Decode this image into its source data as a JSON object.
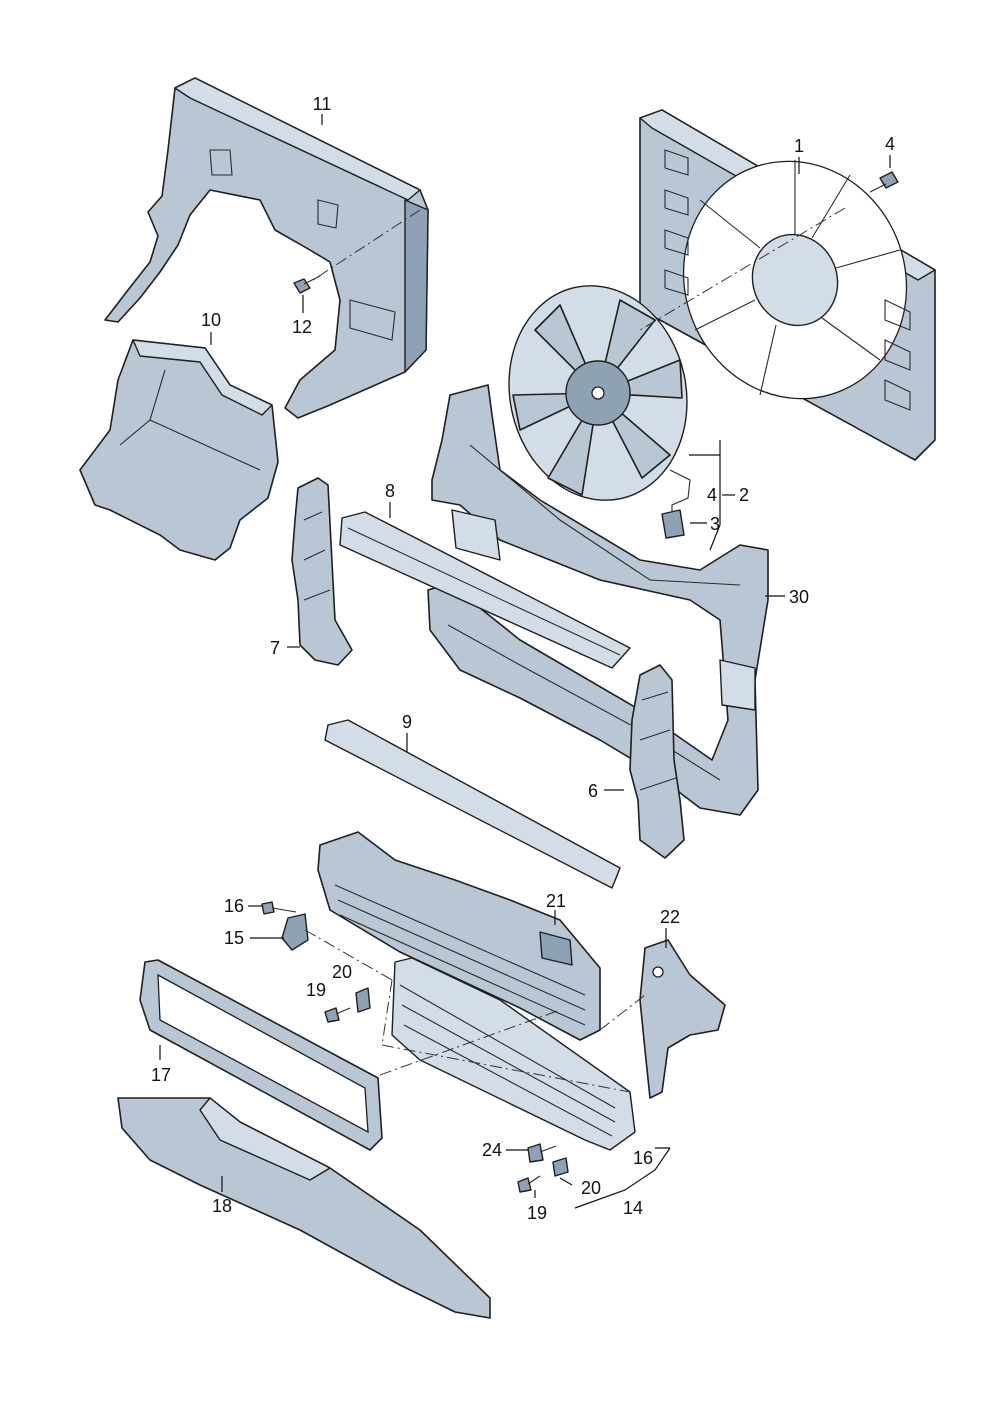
{
  "diagram": {
    "callouts": [
      {
        "id": "c1",
        "text": "1"
      },
      {
        "id": "c2",
        "text": "2"
      },
      {
        "id": "c3",
        "text": "3"
      },
      {
        "id": "c4a",
        "text": "4"
      },
      {
        "id": "c4b",
        "text": "4"
      },
      {
        "id": "c6",
        "text": "6"
      },
      {
        "id": "c7",
        "text": "7"
      },
      {
        "id": "c8",
        "text": "8"
      },
      {
        "id": "c9",
        "text": "9"
      },
      {
        "id": "c10",
        "text": "10"
      },
      {
        "id": "c11",
        "text": "11"
      },
      {
        "id": "c12",
        "text": "12"
      },
      {
        "id": "c14",
        "text": "14"
      },
      {
        "id": "c15",
        "text": "15"
      },
      {
        "id": "c16a",
        "text": "16"
      },
      {
        "id": "c16b",
        "text": "16"
      },
      {
        "id": "c17",
        "text": "17"
      },
      {
        "id": "c18",
        "text": "18"
      },
      {
        "id": "c19a",
        "text": "19"
      },
      {
        "id": "c19b",
        "text": "19"
      },
      {
        "id": "c20a",
        "text": "20"
      },
      {
        "id": "c20b",
        "text": "20"
      },
      {
        "id": "c21",
        "text": "21"
      },
      {
        "id": "c22",
        "text": "22"
      },
      {
        "id": "c24",
        "text": "24"
      },
      {
        "id": "c30",
        "text": "30"
      }
    ]
  }
}
